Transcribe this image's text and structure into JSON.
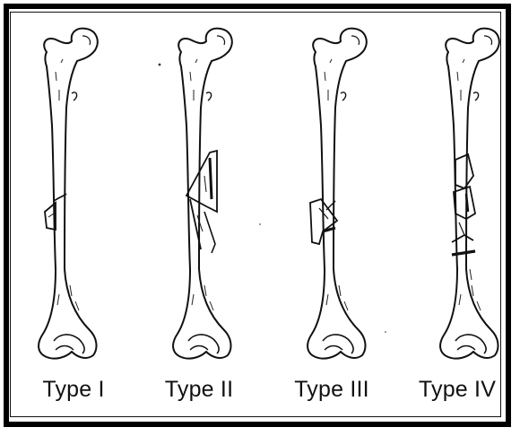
{
  "figure": {
    "labels": [
      "Type I",
      "Type II",
      "Type III",
      "Type IV"
    ]
  }
}
